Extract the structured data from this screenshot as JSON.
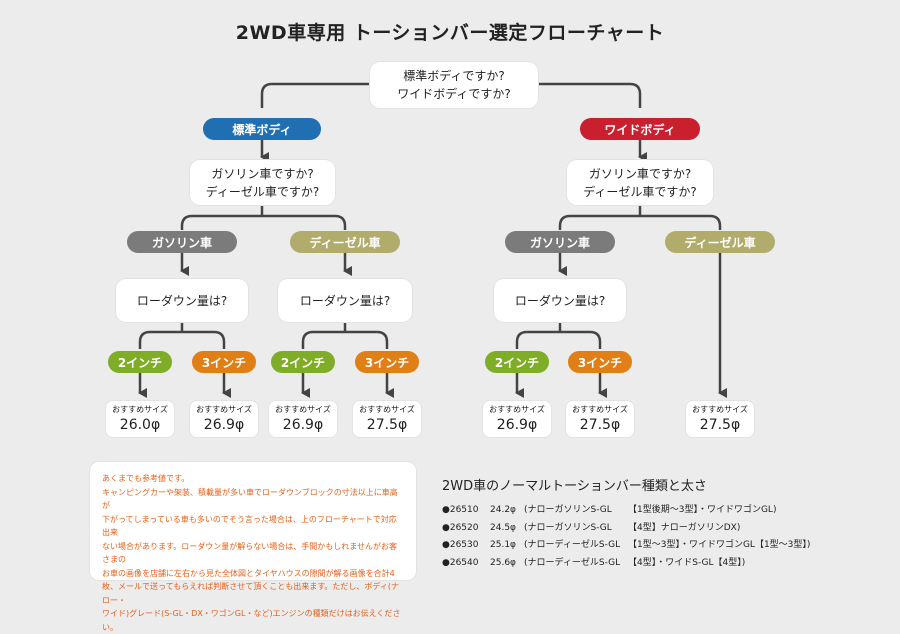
{
  "title": "2WD車専用 トーションバー選定フローチャート",
  "root": {
    "line1": "標準ボディですか?",
    "line2": "ワイドボディですか?"
  },
  "body_tags": {
    "standard": "標準ボディ",
    "wide": "ワイドボディ"
  },
  "fuel_question": {
    "line1": "ガソリン車ですか?",
    "line2": "ディーゼル車ですか?"
  },
  "fuel_tags": {
    "gasoline": "ガソリン車",
    "diesel": "ディーゼル車"
  },
  "lowdown_question": "ローダウン量は?",
  "inch_tags": {
    "two": "2インチ",
    "three": "3インチ"
  },
  "rec_label": "おすすめサイズ",
  "recommendations": {
    "std_gas_2": "26.0φ",
    "std_gas_3": "26.9φ",
    "std_diesel_2": "26.9φ",
    "std_diesel_3": "27.5φ",
    "wide_gas_2": "26.9φ",
    "wide_gas_3": "27.5φ",
    "wide_diesel": "27.5φ"
  },
  "note": {
    "line1": "あくまでも参考値です。",
    "line2": "キャンピングカーや架装、積載量が多い車でローダウンブロックの寸法以上に車高が",
    "line3": "下がってしまっている車も多いのでそう言った場合は、上のフローチャートで対応出来",
    "line4": "ない場合があります。ローダウン量が解らない場合は、手間かもしれませんがお客さまの",
    "line5": "お車の画像を店舗に左右から見た全体図とタイヤハウスの隙間が解る画像を合計4",
    "line6": "枚、メールで送ってもらえれば判断させて頂くことも出来ます。ただし、ボディ(ナロー・",
    "line7": "ワイド)グレード(S-GL・DX・ワゴンGL・など)エンジンの種類だけはお伝えください。"
  },
  "reference": {
    "title": "2WD車のノーマルトーションバー種類と太さ",
    "rows": [
      {
        "code": "●26510",
        "size": "24.2φ",
        "type": "(ナローガソリンS-GL",
        "model": "【1型後期〜3型】・ワイドワゴンGL)"
      },
      {
        "code": "●26520",
        "size": "24.5φ",
        "type": "(ナローガソリンS-GL",
        "model": "【4型】ナローガソリンDX)"
      },
      {
        "code": "●26530",
        "size": "25.1φ",
        "type": "(ナローディーゼルS-GL",
        "model": "【1型〜3型】・ワイドワゴンGL【1型〜3型】)"
      },
      {
        "code": "●26540",
        "size": "25.6φ",
        "type": "(ナローディーゼルS-GL",
        "model": "【4型】・ワイドS-GL【4型】)"
      }
    ]
  }
}
